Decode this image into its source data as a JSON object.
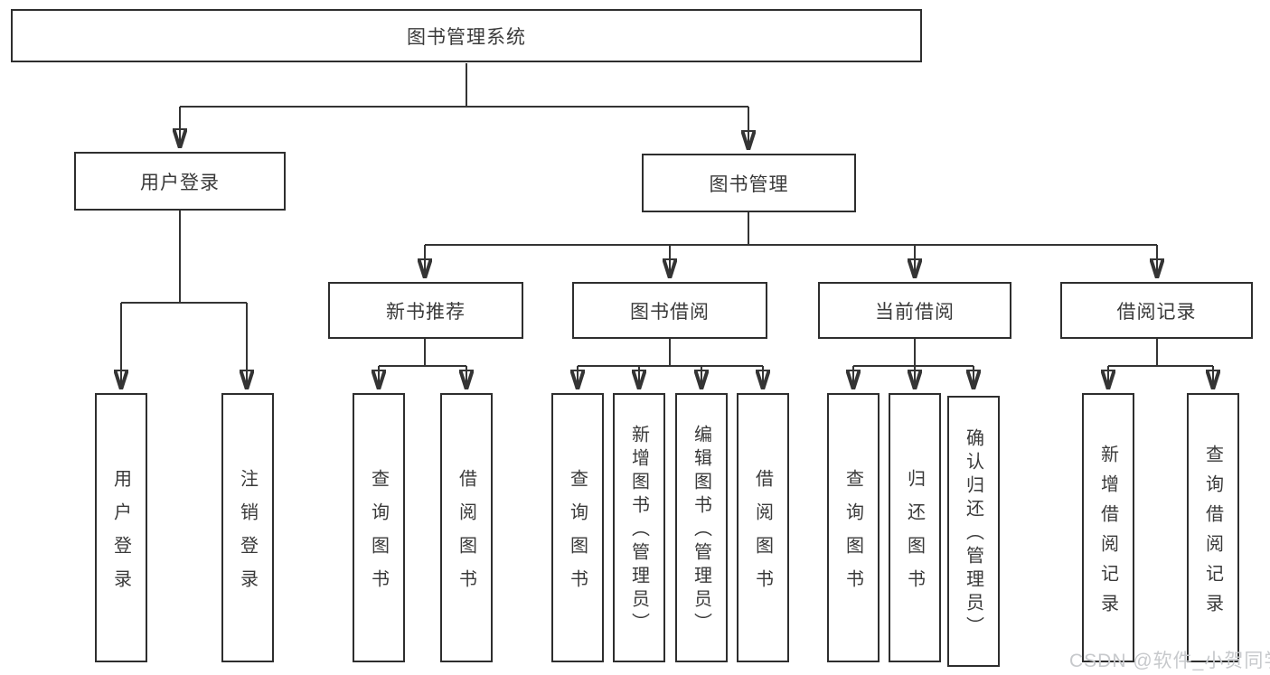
{
  "diagram_title": "图书管理系统",
  "tree": {
    "root": {
      "label": "图书管理系统",
      "children": [
        {
          "label": "用户登录",
          "children": [
            {
              "label": "用户登录"
            },
            {
              "label": "注销登录"
            }
          ]
        },
        {
          "label": "图书管理",
          "children": [
            {
              "label": "新书推荐",
              "children": [
                {
                  "label": "查询图书"
                },
                {
                  "label": "借阅图书"
                }
              ]
            },
            {
              "label": "图书借阅",
              "children": [
                {
                  "label": "查询图书"
                },
                {
                  "label": "新增图书（管理员）"
                },
                {
                  "label": "编辑图书（管理员）"
                },
                {
                  "label": "借阅图书"
                }
              ]
            },
            {
              "label": "当前借阅",
              "children": [
                {
                  "label": "查询图书"
                },
                {
                  "label": "归还图书"
                },
                {
                  "label": "确认归还（管理员）"
                }
              ]
            },
            {
              "label": "借阅记录",
              "children": [
                {
                  "label": "新增借阅记录"
                },
                {
                  "label": "查询借阅记录"
                }
              ]
            }
          ]
        }
      ]
    }
  },
  "watermark": {
    "text": "CSDN @软件_小贺同学"
  },
  "colors": {
    "background": "#ffffff",
    "line": "#343434",
    "box_border": "#2e2e2e",
    "text": "#3a3a3a",
    "watermark": "#c7c9cc"
  }
}
